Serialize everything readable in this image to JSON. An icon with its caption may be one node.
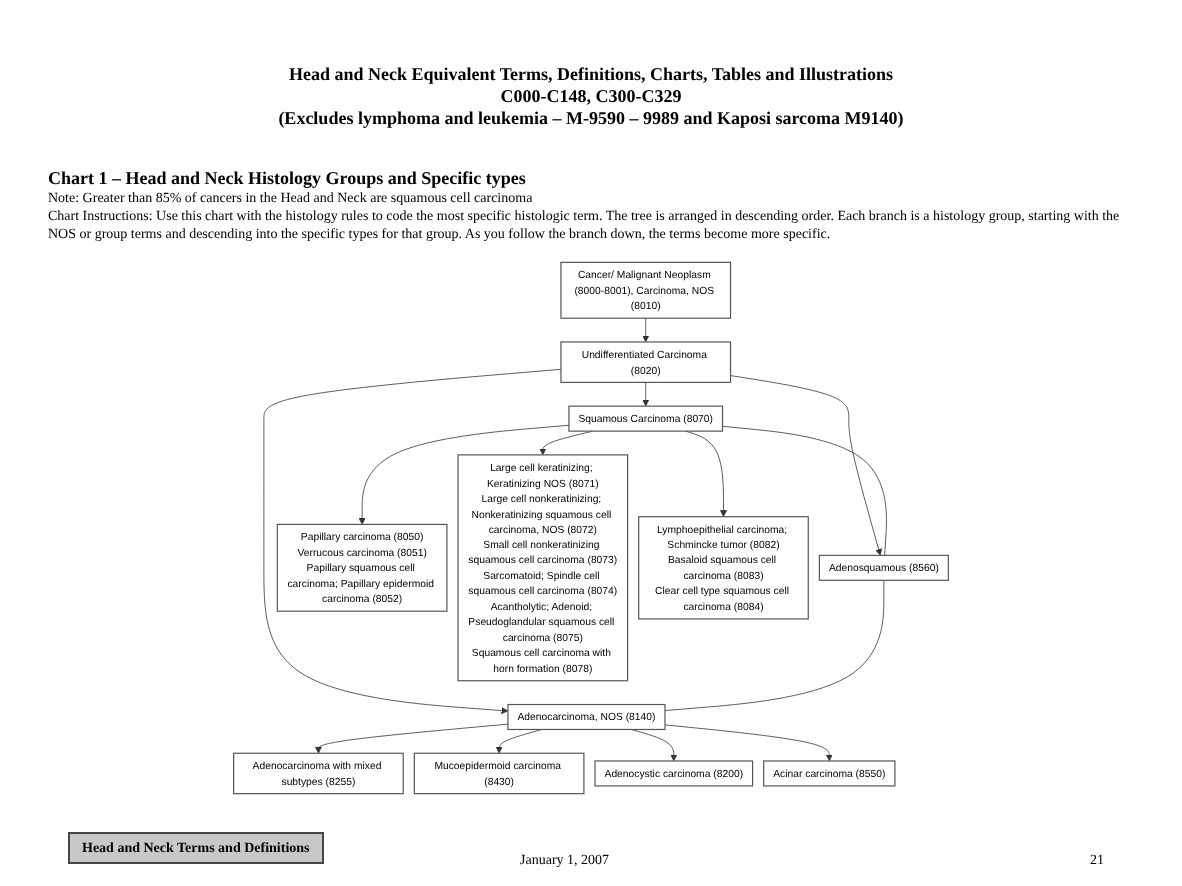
{
  "diagram": {
    "title": "Head and Neck Equivalent Terms, Definitions, Charts, Tables and Illustrations",
    "nodes": [
      {
        "text": [
          "Cancer/ Malignant Neoplasm (8000-8001), Carcinoma, NOS (8010)"
        ]
      },
      {
        "text": [
          "Undifferentiated Carcinoma (8020)"
        ]
      },
      {
        "text": [
          "Squamous Carcinoma (8070)"
        ]
      },
      {
        "text": [
          "Adenosquamous (8560)"
        ]
      },
      {
        "text": [
          "Adenocarcinoma, NOS (8140)"
        ]
      },
      {
        "text": [
          "Papillary carcinoma (8050)",
          "Verrucous carcinoma (8051)",
          "Papillary squamous cell carcinoma; Papillary epidermoid carcinoma (8052)"
        ]
      },
      {
        "text": [
          "Large cell keratinizing; Keratinizing NOS (8071)",
          "Large cell nonkeratinizing; Nonkeratinizing squamous cell carcinoma, NOS (8072)",
          "Small cell nonkeratinizing squamous cell carcinoma (8073)",
          "Sarcomatoid; Spindle cell squamous cell carcinoma (8074)",
          "Acantholytic; Adenoid; Pseudoglandular squamous cell carcinoma (8075)",
          "Squamous cell carcinoma with horn formation (8078)"
        ]
      },
      {
        "text": [
          "Lymphoepithelial carcinoma; Schmincke tumor (8082)",
          "Basaloid squamous cell carcinoma (8083)",
          "Clear cell type squamous cell carcinoma (8084)"
        ]
      },
      {
        "text": [
          "Adenocarcinoma with mixed subtypes (8255)"
        ]
      },
      {
        "text": [
          "Mucoepidermoid carcinoma (8430)"
        ]
      },
      {
        "text": [
          "Adenocystic carcinoma (8200)"
        ]
      },
      {
        "text": [
          "Acinar carcinoma (8550)"
        ]
      }
    ],
    "edges": [
      {
        "from": 0,
        "to": 1,
        "arrow": "to"
      },
      {
        "from": 1,
        "to": 2,
        "arrow": "to"
      },
      {
        "from": 1,
        "to": 3,
        "arrow": "to"
      },
      {
        "from": 1,
        "to": 4,
        "arrow": "to"
      },
      {
        "from": 2,
        "to": 3,
        "arrow": "none"
      },
      {
        "from": 3,
        "to": 4,
        "arrow": "none"
      },
      {
        "from": 2,
        "to": 5,
        "arrow": "to"
      },
      {
        "from": 2,
        "to": 6,
        "arrow": "to"
      },
      {
        "from": 2,
        "to": 7,
        "arrow": "to"
      },
      {
        "from": 4,
        "to": 8,
        "arrow": "to"
      },
      {
        "from": 4,
        "to": 9,
        "arrow": "to"
      },
      {
        "from": 4,
        "to": 10,
        "arrow": "to"
      },
      {
        "from": 4,
        "to": 11,
        "arrow": "to"
      }
    ],
    "labels": [
      "C000-C148, C300-C329",
      "(Excludes lymphoma and leukemia – M-9590 – 9989 and Kaposi sarcoma M9140)",
      "Chart 1 – Head and Neck Histology Groups and Specific types",
      "Note: Greater than 85% of cancers in the Head and Neck are squamous cell carcinoma",
      "Chart Instructions: Use this chart with the histology rules to code the most specific histologic term. The tree is arranged in descending order. Each branch is a histology group, starting with the NOS or group terms and descending into the specific types for that group. As you follow the branch down, the terms become more specific.",
      "Head and Neck Terms and Definitions",
      "January 1, 2007",
      "21"
    ]
  }
}
